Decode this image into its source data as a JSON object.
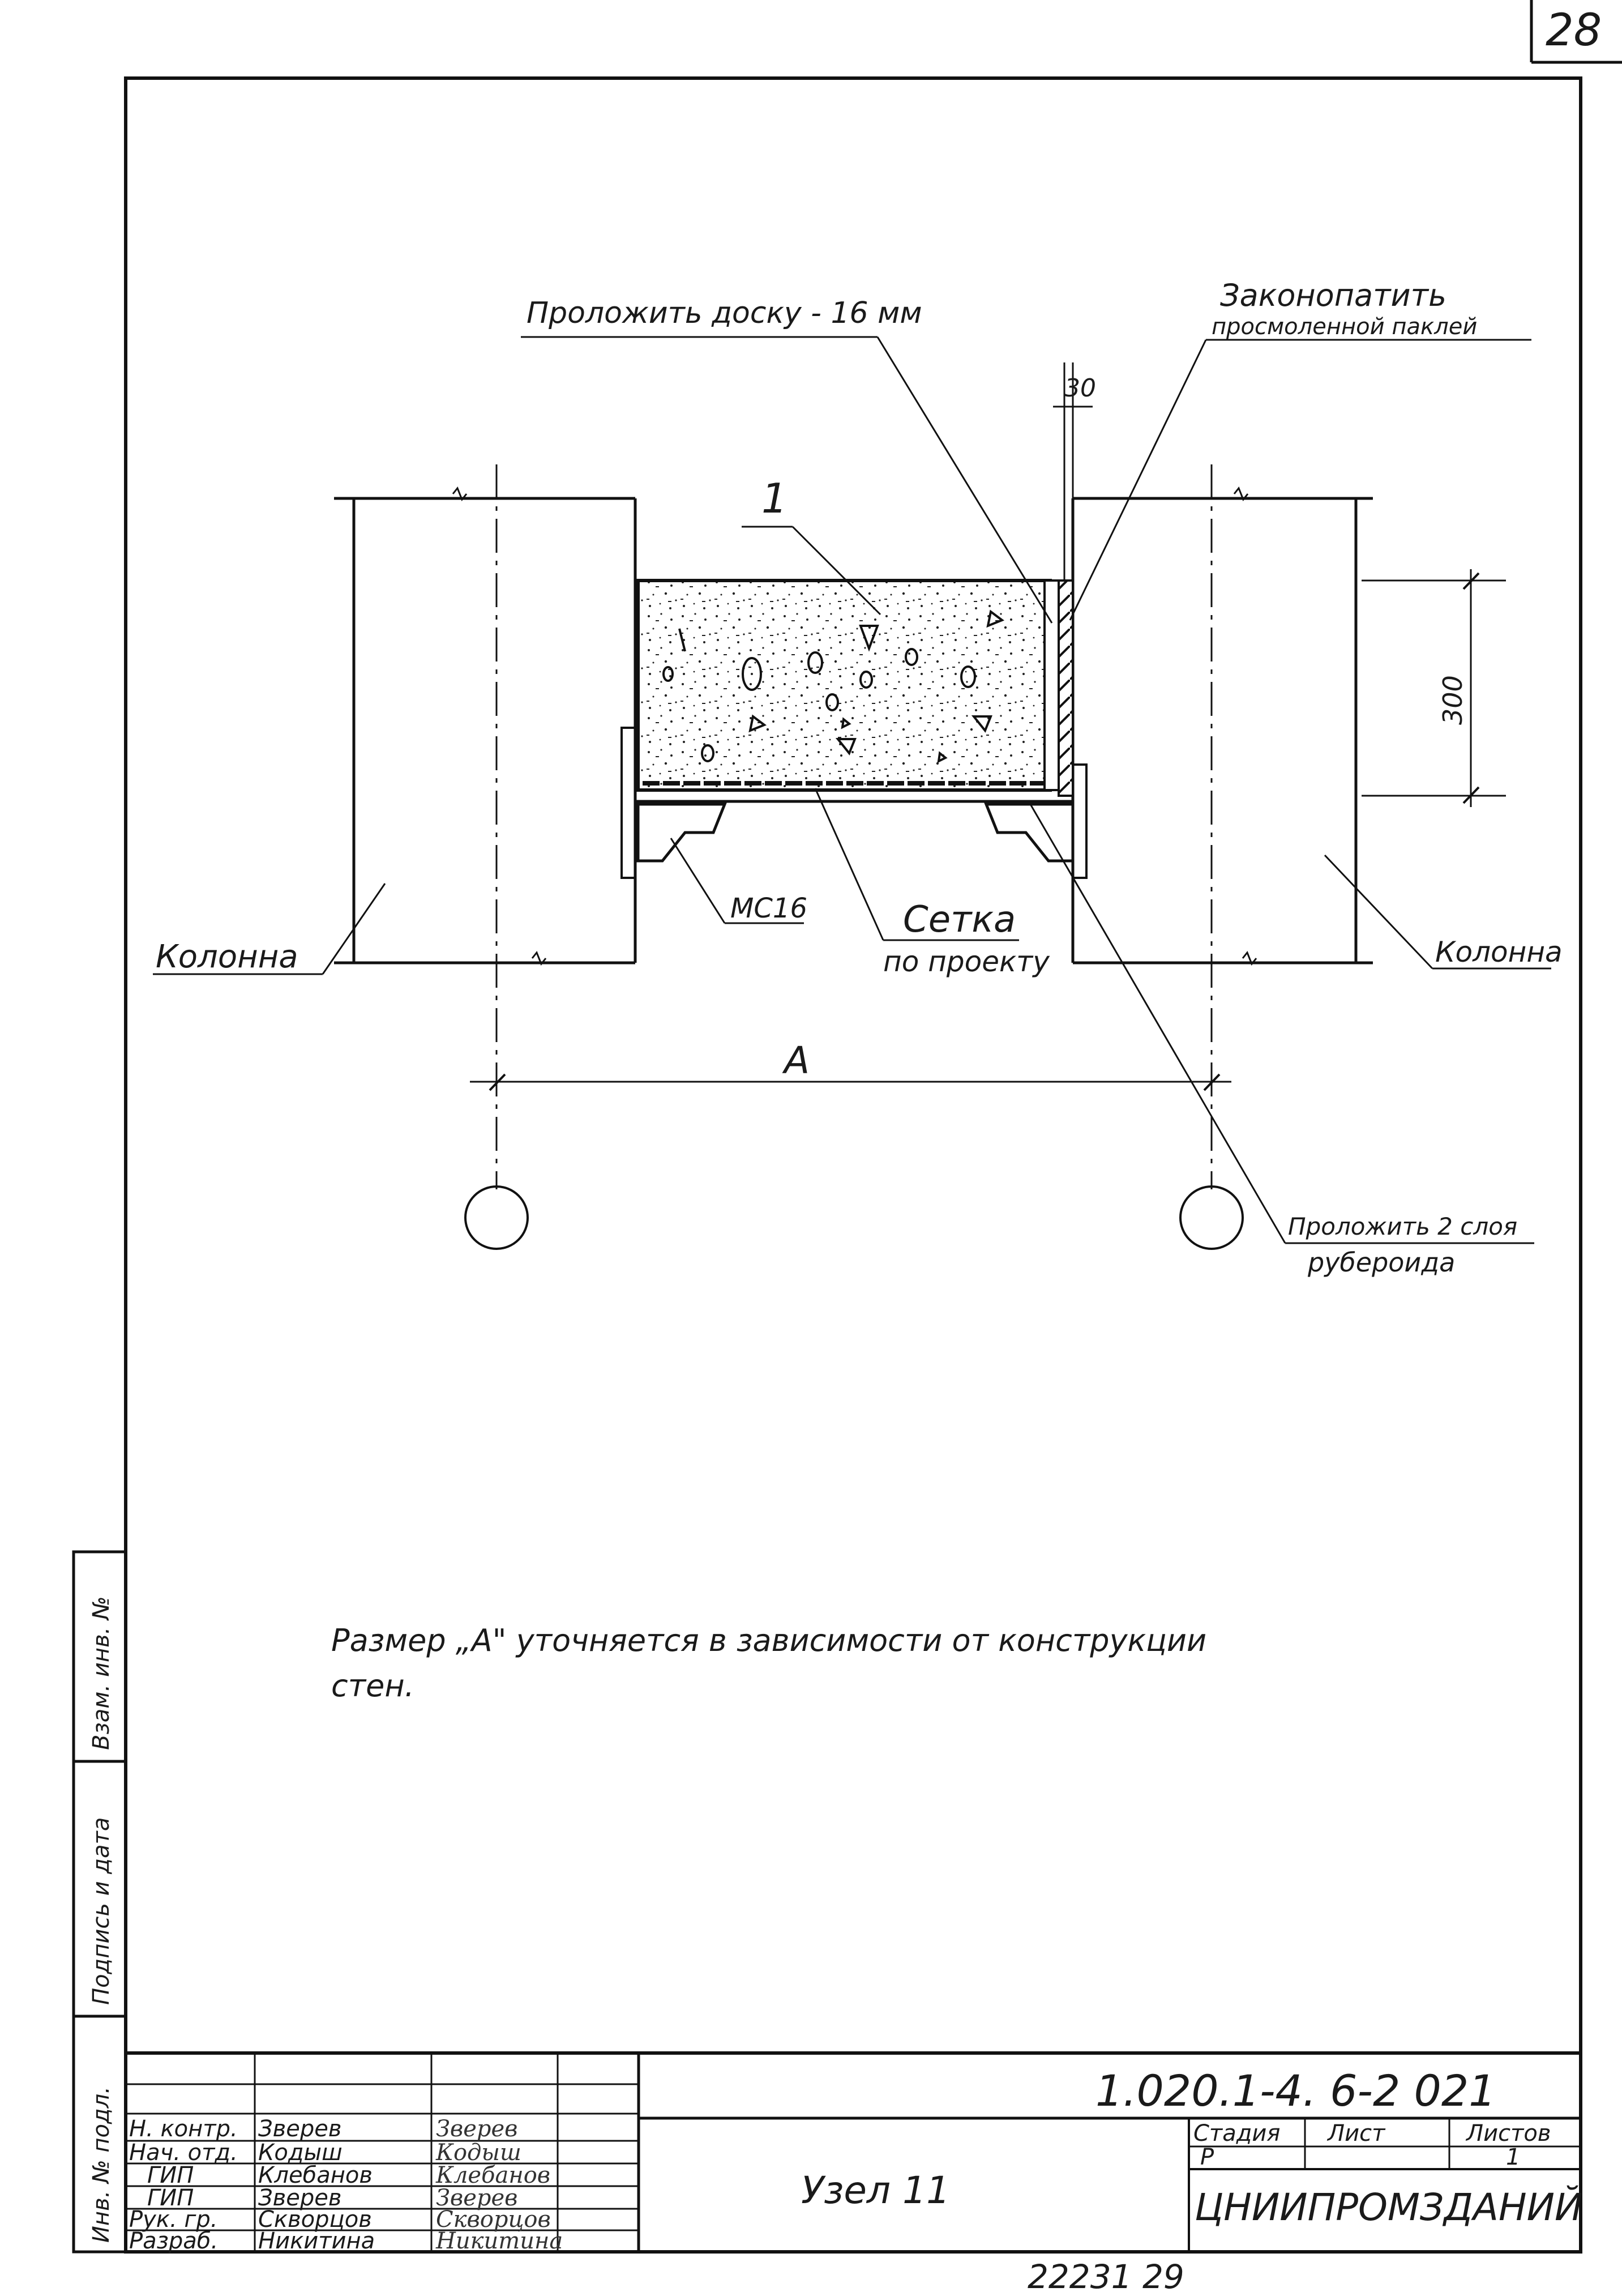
{
  "sheet": {
    "page_number": "28",
    "bottom_number": "22231  29"
  },
  "drawing": {
    "label_board": "Проложить доску - 16 мм",
    "label_caulk_line1": "Законопатить",
    "label_caulk_line2": "просмоленной паклей",
    "dim_30": "30",
    "dim_300": "300",
    "dim_A": "A",
    "label_item_1": "1",
    "label_mc16": "МС16",
    "label_mesh_line1": "Сетка",
    "label_mesh_line2": "по проекту",
    "label_column_left": "Колонна",
    "label_column_right": "Колонна",
    "label_ruberoid_line1": "Проложить 2 слоя",
    "label_ruberoid_line2": "рубероида"
  },
  "note": {
    "line1": "Размер „А\" уточняется в зависимости от конструкции",
    "line2": "стен."
  },
  "side_stamp": {
    "inv_orig": "Инв. № подл.",
    "sign_date": "Подпись и дата",
    "inv_vzam": "Взам. инв. №"
  },
  "title_block": {
    "code": "1.020.1-4. 6-2 021",
    "title": "Узел 11",
    "organization": "ЦНИИПРОМЗДАНИЙ",
    "stage_header": "Стадия",
    "sheet_header": "Лист",
    "sheets_header": "Листов",
    "stage_value": "Р",
    "sheets_value": "1",
    "people": [
      {
        "role": "Н. контр.",
        "name": "Зверев",
        "signature": "Зверев"
      },
      {
        "role": "Нач. отд.",
        "name": "Кодыш",
        "signature": "Кодыш"
      },
      {
        "role": "ГИП",
        "name": "Клебанов",
        "signature": "Клебанов"
      },
      {
        "role": "ГИП",
        "name": "Зверев",
        "signature": "Зверев"
      },
      {
        "role": "Рук. гр.",
        "name": "Скворцов",
        "signature": "Скворцов"
      },
      {
        "role": "Разраб.",
        "name": "Никитина",
        "signature": "Никитина"
      }
    ]
  }
}
